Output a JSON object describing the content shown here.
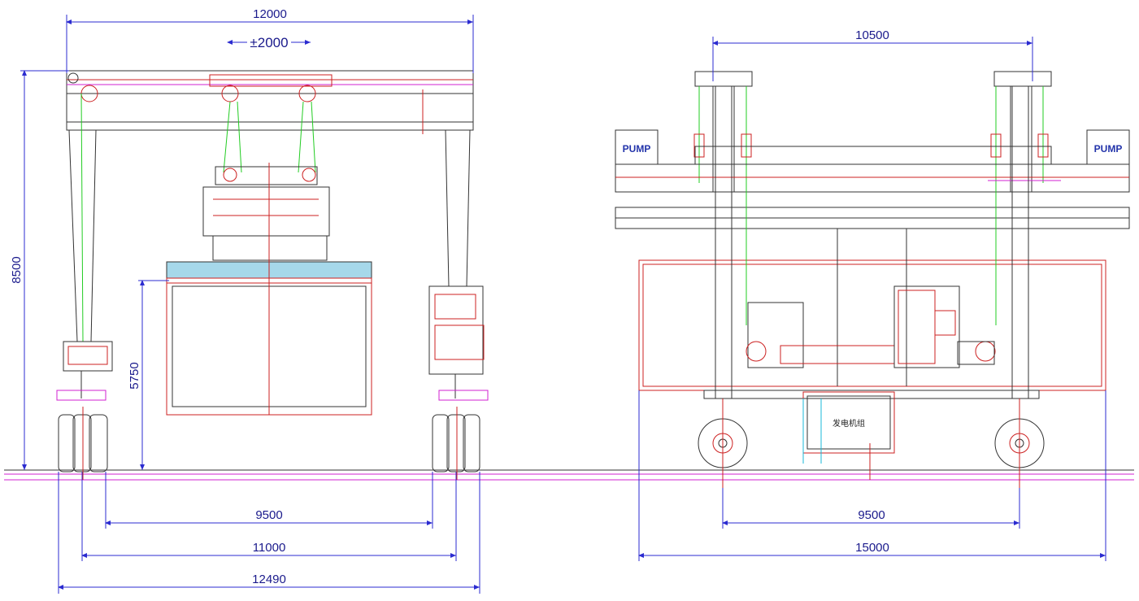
{
  "side_view": {
    "top_width": "12000",
    "trolley_travel": "±2000",
    "height_total": "8500",
    "load_height": "5750",
    "wheel_track": "9500",
    "rail_span": "11000",
    "overall_width": "12490"
  },
  "front_view": {
    "top_span": "10500",
    "pump_left": "PUMP",
    "pump_right": "PUMP",
    "generator_label": "发电机组",
    "wheel_base": "9500",
    "overall_length": "15000"
  }
}
